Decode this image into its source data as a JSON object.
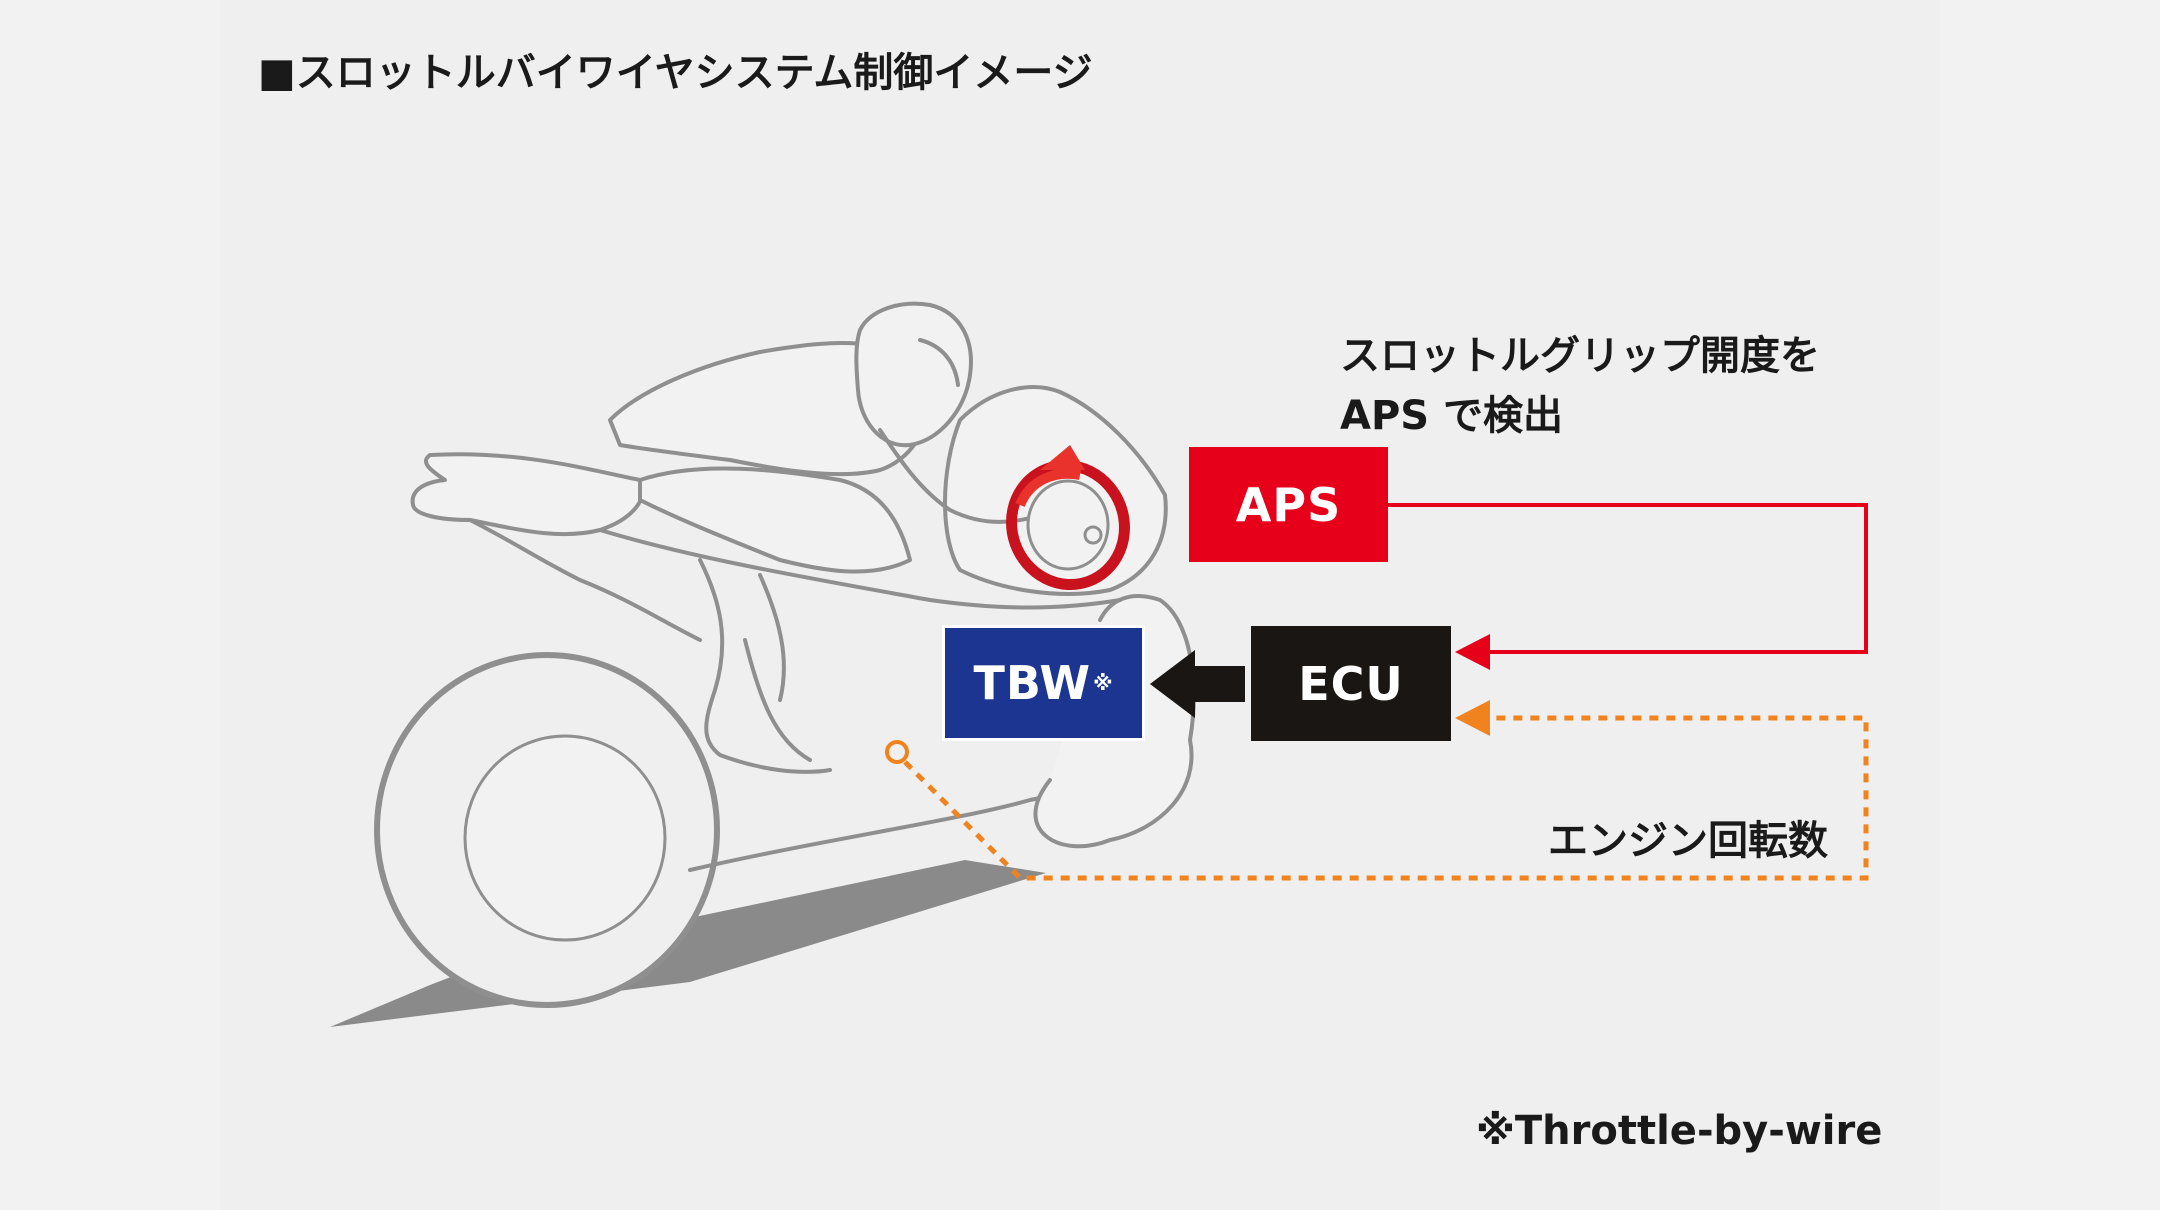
{
  "title": "■スロットルバイワイヤシステム制御イメージ",
  "aps_caption": {
    "line1": "スロットルグリップ開度を",
    "line2": "APS で検出"
  },
  "boxes": {
    "aps": {
      "label": "APS",
      "color": "#e60019"
    },
    "ecu": {
      "label": "ECU",
      "color": "#1a1614"
    },
    "tbw": {
      "label": "TBW",
      "mark": "※",
      "color": "#1b3590"
    }
  },
  "engine_rpm_label": "エンジン回転数",
  "footnote": "※Throttle-by-wire",
  "colors": {
    "aps_signal": "#e60019",
    "rpm_signal": "#f0831e",
    "command_arrow": "#1a1614",
    "outline": "#8f8f8f",
    "shadow": "#8a8a8a",
    "rotation_indicator": "#c8121e"
  },
  "icons": [
    "motorcycle-rider-illustration",
    "throttle-rotation-icon",
    "sensor-point-icon"
  ]
}
